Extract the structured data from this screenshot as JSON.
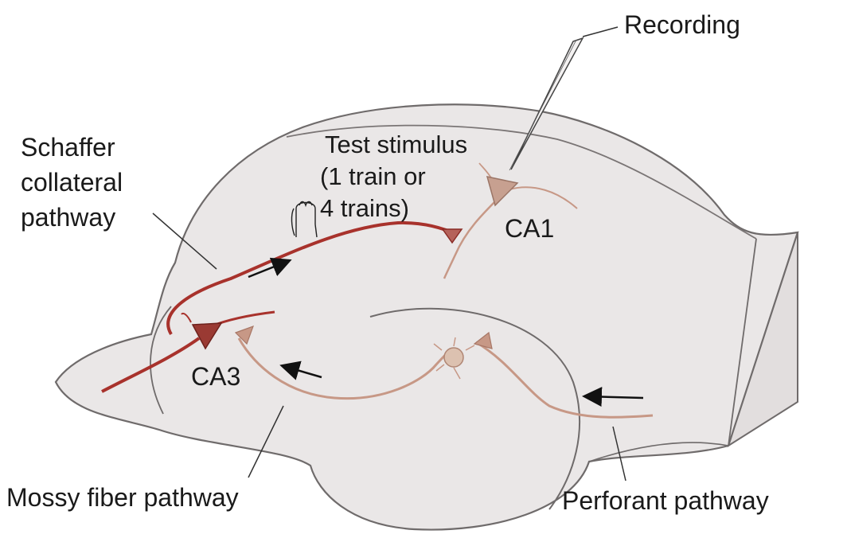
{
  "labels": {
    "recording": "Recording",
    "test_stimulus": [
      "Test stimulus",
      "(1 train or",
      "4 trains)"
    ],
    "schaffer": [
      "Schaffer",
      "collateral",
      "pathway"
    ],
    "ca1": "CA1",
    "ca3": "CA3",
    "mossy": "Mossy fiber pathway",
    "perforant": "Perforant pathway"
  },
  "colors": {
    "tissue_fill": "#eae7e7",
    "tissue_edge": "#6f6b6b",
    "schaffer_axon": "#a8322c",
    "ca3_neuron": "#9a3a33",
    "pathway_light": "#c79886",
    "ca1_neuron": "#c7a090",
    "granule_cell": "#dcc1b0",
    "arrow": "#111111"
  }
}
